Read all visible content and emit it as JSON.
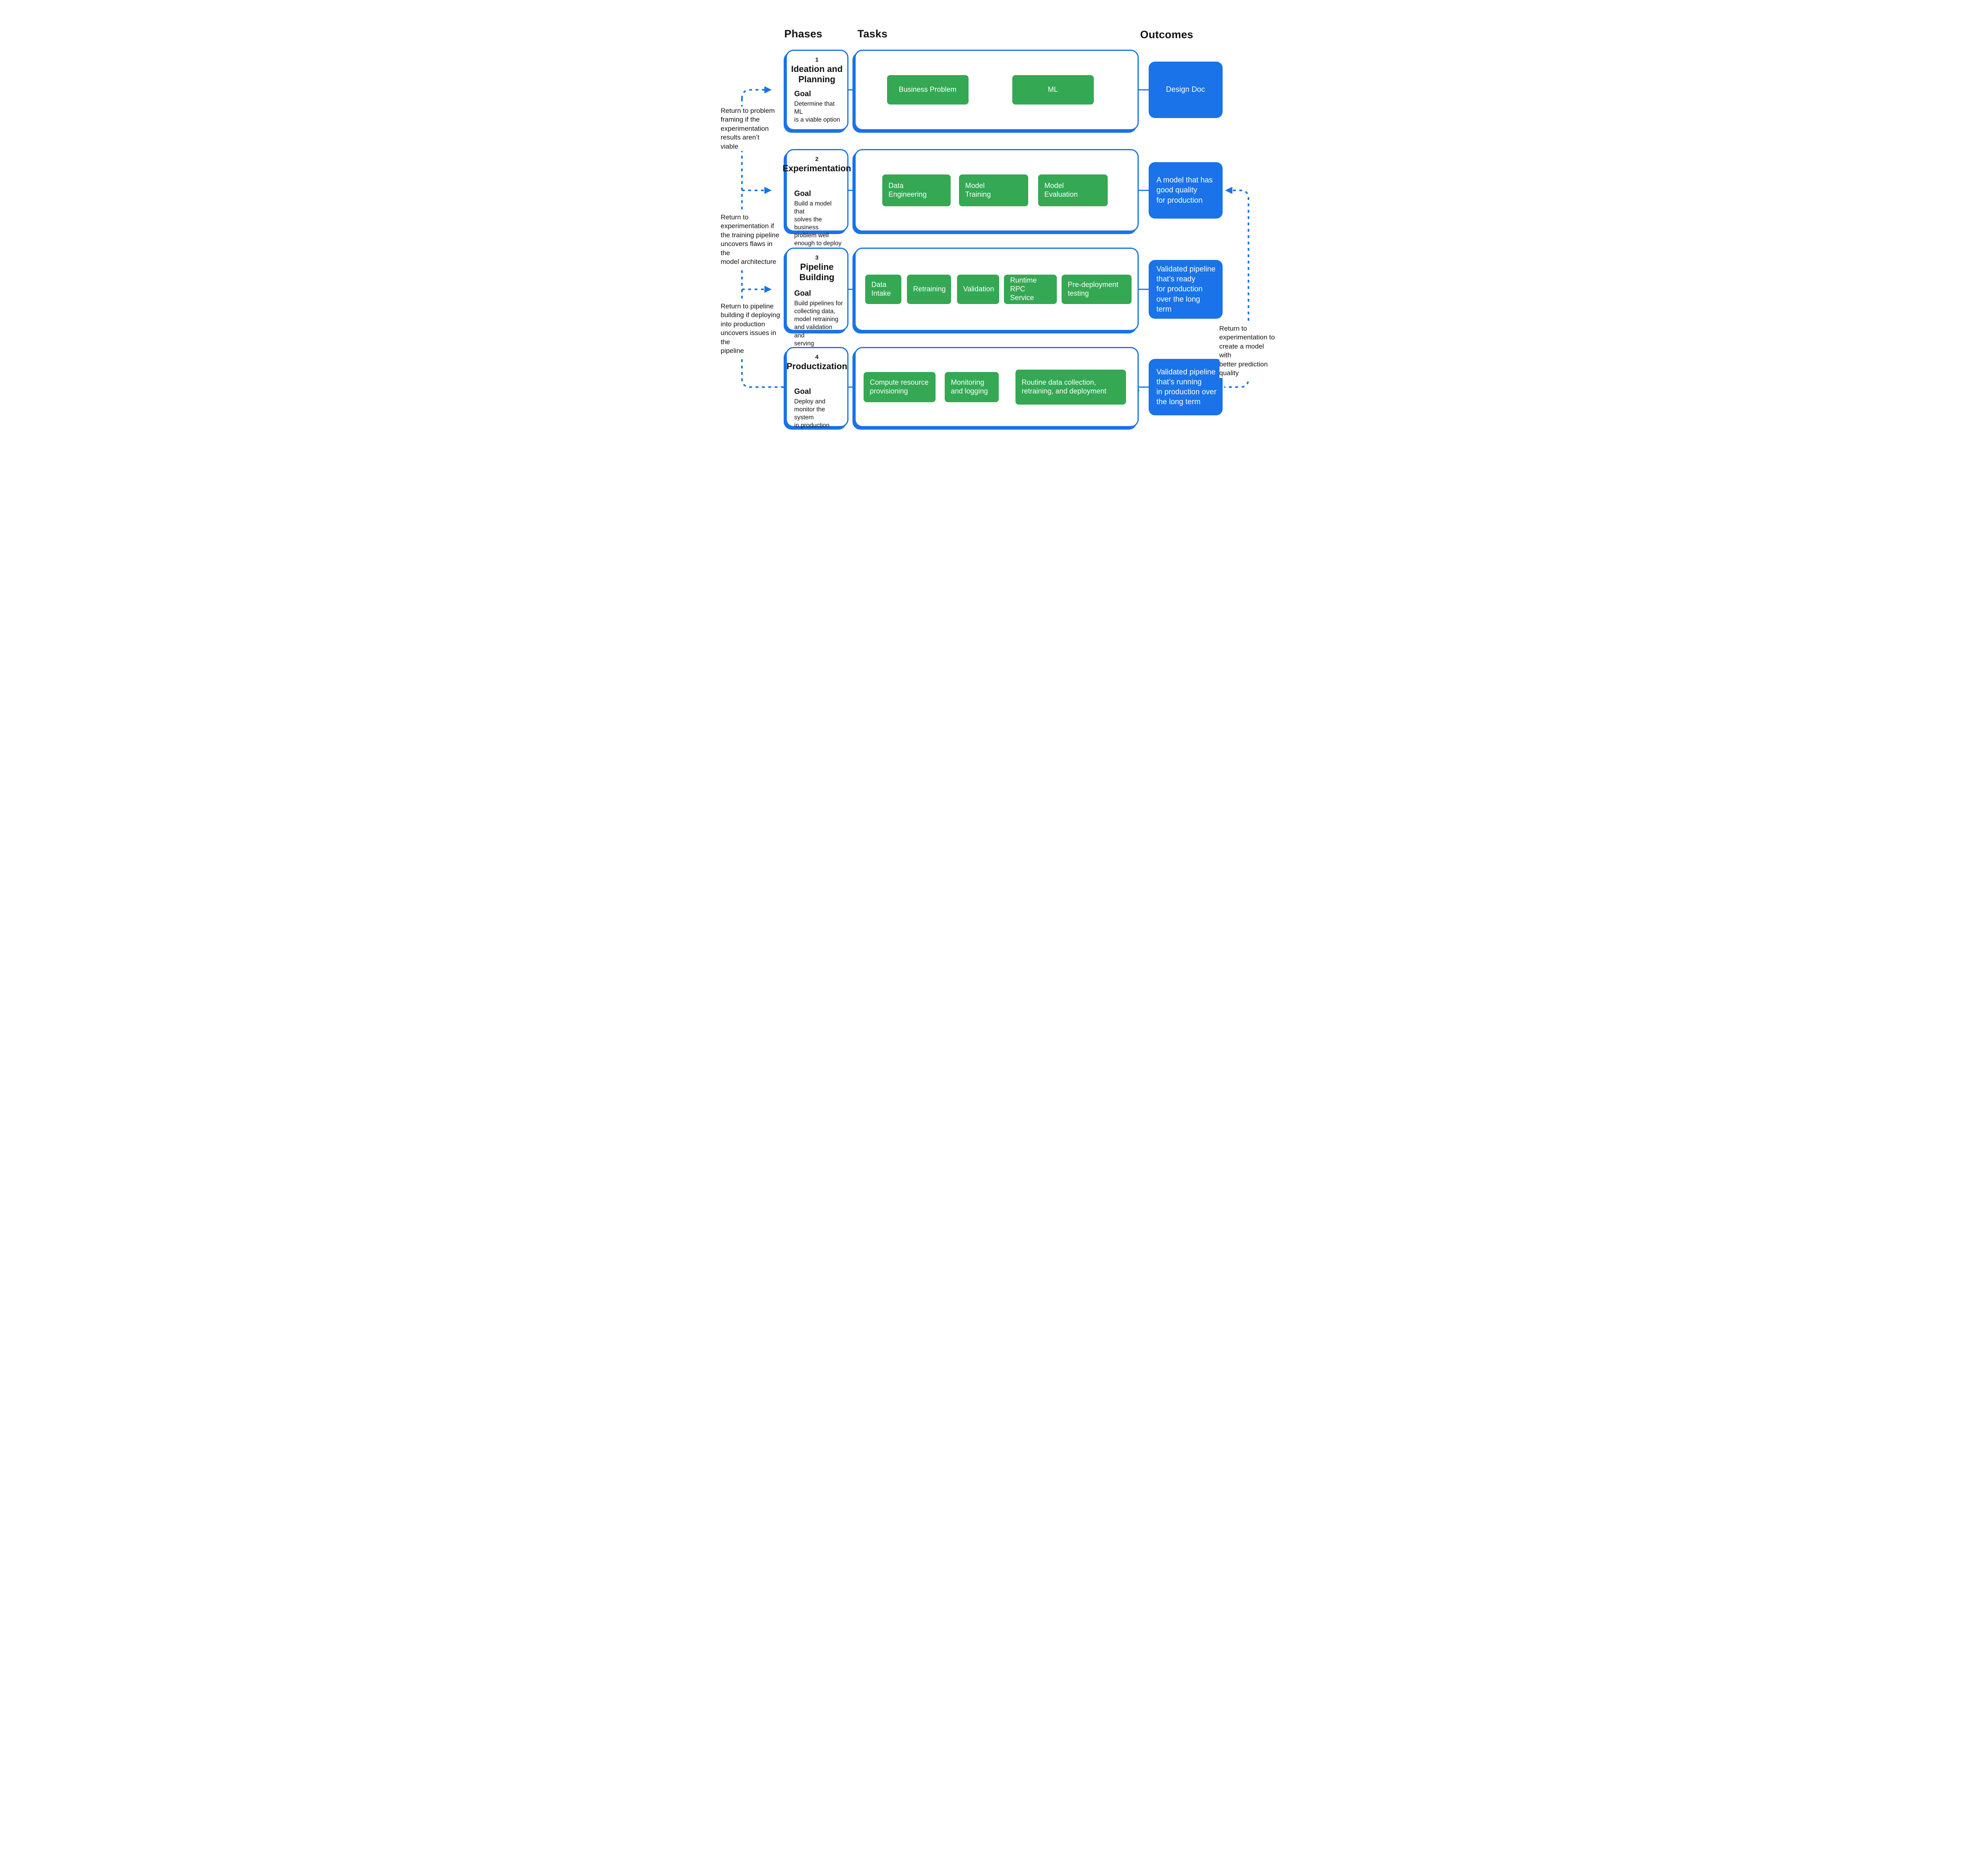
{
  "headers": {
    "phases": "Phases",
    "tasks": "Tasks",
    "outcomes": "Outcomes"
  },
  "colors": {
    "accent_blue": "#1a73e8",
    "task_green": "#34a853",
    "text": "#111111"
  },
  "phases": [
    {
      "number": "1",
      "title": "Ideation and\nPlanning",
      "goal_label": "Goal",
      "goal": "Determine that ML\nis a viable option",
      "tasks": [
        "Business Problem",
        "ML"
      ],
      "outcome": "Design Doc"
    },
    {
      "number": "2",
      "title": "Experimentation",
      "goal_label": "Goal",
      "goal": "Build a model that\nsolves the business\nproblem well\nenough to deploy",
      "tasks": [
        "Data\nEngineering",
        "Model\nTraining",
        "Model\nEvaluation"
      ],
      "outcome": "A model that has\ngood quality\nfor production"
    },
    {
      "number": "3",
      "title": "Pipeline Building",
      "goal_label": "Goal",
      "goal": "Build pipelines for\ncollecting data,\nmodel retraining\nand validation and\nserving",
      "tasks": [
        "Data\nIntake",
        "Retraining",
        "Validation",
        "Runtime RPC\nService",
        "Pre-deployment\ntesting"
      ],
      "outcome": "Validated pipeline\nthat’s ready\nfor production\nover the long term"
    },
    {
      "number": "4",
      "title": "Productization",
      "goal_label": "Goal",
      "goal": "Deploy and\nmonitor the system\nin production",
      "tasks": [
        "Compute resource\nprovisioning",
        "Monitoring\nand logging",
        "Routine data collection,\nretraining, and deployment"
      ],
      "outcome": "Validated pipeline\nthat’s running\nin production over\nthe long term"
    }
  ],
  "annotations": {
    "left": [
      "Return to problem\nframing if the\nexperimentation\nresults aren’t viable",
      "Return to\nexperimentation if\nthe training pipeline\nuncovers flaws in the\nmodel architecture",
      "Return to pipeline\nbuilding if deploying\ninto production\nuncovers issues in the\npipeline"
    ],
    "right": [
      "Return to\nexperimentation to\ncreate a model with\nbetter prediction\nquality"
    ]
  }
}
